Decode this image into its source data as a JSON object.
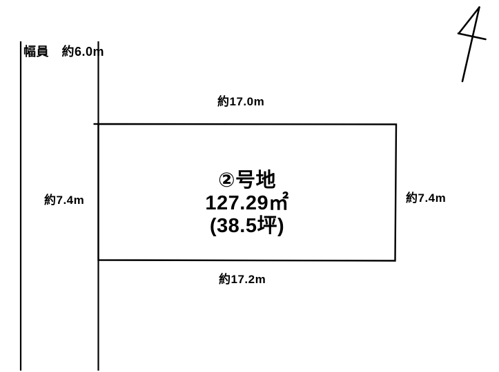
{
  "colors": {
    "background": "#ffffff",
    "line": "#000000",
    "text": "#000000"
  },
  "road": {
    "width_label": "幅員　約6.0m"
  },
  "dimensions": {
    "top": "約17.0m",
    "left": "約7.4m",
    "right": "約7.4m",
    "bottom": "約17.2m"
  },
  "lot": {
    "number": "②号地",
    "area_sqm": "127.29㎡",
    "area_tsubo": "(38.5坪)"
  },
  "icons": {
    "north_arrow": "north-arrow"
  }
}
